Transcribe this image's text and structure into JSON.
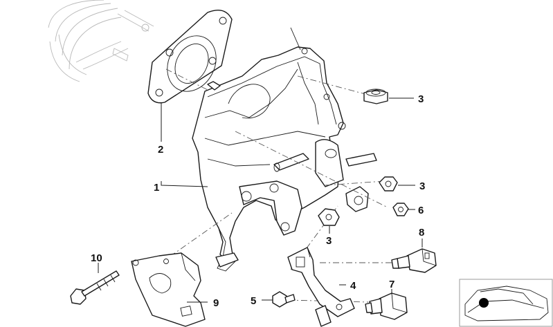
{
  "diagram": {
    "callouts": [
      {
        "id": "c1",
        "label": "1"
      },
      {
        "id": "c2",
        "label": "2"
      },
      {
        "id": "c3a",
        "label": "3"
      },
      {
        "id": "c3b",
        "label": "3"
      },
      {
        "id": "c3c",
        "label": "3"
      },
      {
        "id": "c4",
        "label": "4"
      },
      {
        "id": "c5",
        "label": "5"
      },
      {
        "id": "c6",
        "label": "6"
      },
      {
        "id": "c7",
        "label": "7"
      },
      {
        "id": "c8",
        "label": "8"
      },
      {
        "id": "c9",
        "label": "9"
      },
      {
        "id": "c10",
        "label": "10"
      }
    ],
    "locator_inset": {
      "marker_color": "#000000"
    }
  }
}
